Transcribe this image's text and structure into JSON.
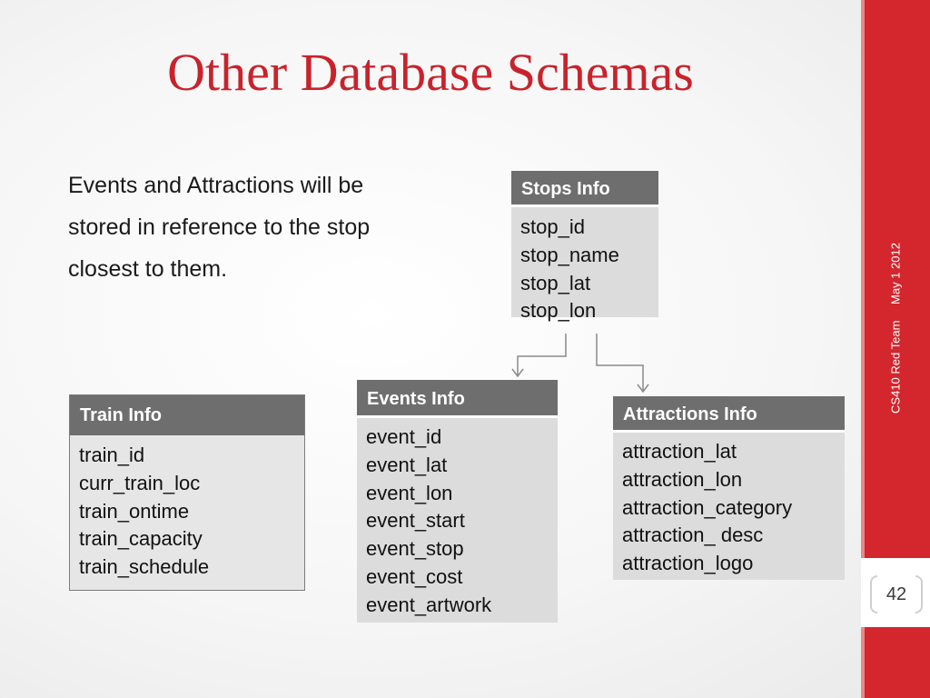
{
  "slide": {
    "title": "Other Database Schemas",
    "body_text": "Events and Attractions will be stored in reference to the stop closest to them."
  },
  "tables": {
    "stops": {
      "header": "Stops Info",
      "fields": [
        "stop_id",
        "stop_name",
        "stop_lat",
        "stop_lon"
      ]
    },
    "events": {
      "header": "Events Info",
      "fields": [
        "event_id",
        "event_lat",
        "event_lon",
        "event_start",
        "event_stop",
        "event_cost",
        "event_artwork"
      ]
    },
    "attractions": {
      "header": "Attractions Info",
      "fields": [
        "attraction_lat",
        "attraction_lon",
        "attraction_category",
        "attraction_ desc",
        "attraction_logo"
      ]
    },
    "train": {
      "header": "Train Info",
      "fields": [
        "train_id",
        "curr_train_loc",
        "train_ontime",
        "train_capacity",
        "train_schedule"
      ]
    }
  },
  "sidebar": {
    "team": "CS410 Red Team",
    "date": "May 1 2012",
    "page_number": "42"
  },
  "colors": {
    "accent": "#c8232c",
    "sidebar": "#d3262d",
    "table_header": "#6e6e6e",
    "table_body": "#dcdcdc"
  }
}
